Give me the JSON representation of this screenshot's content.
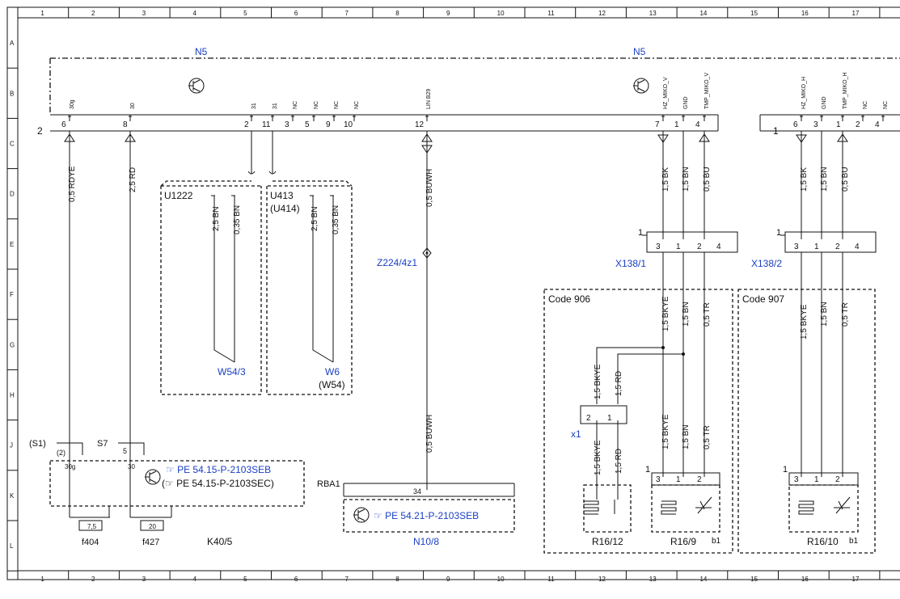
{
  "grid": {
    "columns": [
      "1",
      "2",
      "3",
      "4",
      "5",
      "6",
      "7",
      "8",
      "9",
      "10",
      "11",
      "12",
      "13",
      "14",
      "15",
      "16",
      "17"
    ],
    "rows": [
      "A",
      "B",
      "C",
      "D",
      "E",
      "F",
      "G",
      "H",
      "J",
      "K",
      "L"
    ]
  },
  "n5": {
    "label_left": "N5",
    "label_right": "N5",
    "connector_left": "2",
    "connector_right": "1",
    "pins_left": [
      {
        "pin": "6",
        "name": "30g"
      },
      {
        "pin": "8",
        "name": "30"
      },
      {
        "pin": "2",
        "name": "31"
      },
      {
        "pin": "11",
        "name": "31"
      },
      {
        "pin": "3",
        "name": "NC"
      },
      {
        "pin": "5",
        "name": "NC"
      },
      {
        "pin": "9",
        "name": "NC"
      },
      {
        "pin": "10",
        "name": "NC"
      },
      {
        "pin": "12",
        "name": "LIN B29"
      },
      {
        "pin": "7",
        "name": "HZ_MIKO_V"
      },
      {
        "pin": "1",
        "name": "GND"
      },
      {
        "pin": "4",
        "name": "TMP_MIKO_V"
      }
    ],
    "pins_right": [
      {
        "pin": "6",
        "name": "HZ_MIKO_H"
      },
      {
        "pin": "3",
        "name": "GND"
      },
      {
        "pin": "1",
        "name": "TMP_MIKO_H"
      },
      {
        "pin": "2",
        "name": "NC"
      },
      {
        "pin": "4",
        "name": "NC"
      }
    ]
  },
  "wires": {
    "rdye": "0,5 RDYE",
    "rd": "2,5 RD",
    "buwh_top": "0,5 BUWH",
    "buwh_bottom": "0,5 BUWH",
    "v_bk": "1,5 BK",
    "v_bn": "1,5 BN",
    "v_bu": "0,5 BU",
    "h_bk": "1,5 BK",
    "h_bn": "1,5 BN",
    "h_bu": "0,5 BU",
    "v_bkye": "1,5 BKYE",
    "v_bn2": "1,5 BN",
    "v_tr": "0,5 TR",
    "h_bkye": "1,5 BKYE",
    "h_bn2": "1,5 BN",
    "h_tr": "0,5 TR",
    "x1_bkye_top": "1,5 BKYE",
    "x1_rd_top": "1,5 RD",
    "x1_bkye_bot": "1,5 BKYE",
    "x1_rd_bot": "1,5 RD",
    "r169_bkye": "1,5 BKYE",
    "r169_bn": "1,5 BN",
    "r169_tr": "0,5 TR",
    "u1222_a": "2,5 BN",
    "u1222_b": "0,35 BN",
    "u413_a": "2,5 BN",
    "u413_b": "0,35 BN"
  },
  "components": {
    "u1222": "U1222",
    "u413": "U413",
    "u414": "(U414)",
    "w54_3": "W54/3",
    "w6": "W6",
    "w54": "(W54)",
    "z224": "Z224/4z1",
    "x138_1": "X138/1",
    "x138_2": "X138/2",
    "x138_1_pin": "1",
    "x138_2_pin": "1",
    "x138_pins": [
      "3",
      "1",
      "2",
      "4"
    ],
    "code906": "Code 906",
    "code907": "Code 907",
    "x1": "x1",
    "x1_pins": [
      "2",
      "1"
    ],
    "r16_12": "R16/12",
    "r16_9": "R16/9",
    "r16_10": "R16/10",
    "b1_a": "b1",
    "b1_b": "b1",
    "r_pin_1a": "1",
    "r_pin_1b": "1",
    "r_pins": [
      "3",
      "1",
      "2"
    ],
    "s1": "(S1)",
    "s7": "S7",
    "s1_pin": "(2)",
    "s7_pin": "5",
    "k40_pin_a": "30g",
    "k40_pin_b": "30",
    "pe_k40_a": "PE 54.15-P-2103SEB",
    "pe_k40_b": "PE 54.15-P-2103SEC)",
    "pe_k40_b_open": "(",
    "rba1": "RBA1",
    "n10_pin": "34",
    "pe_n10": "PE 54.21-P-2103SEB",
    "f404": "f404",
    "f427": "f427",
    "f404_rating": "7,5",
    "f427_rating": "20",
    "k40_5": "K40/5",
    "n10_8": "N10/8"
  }
}
